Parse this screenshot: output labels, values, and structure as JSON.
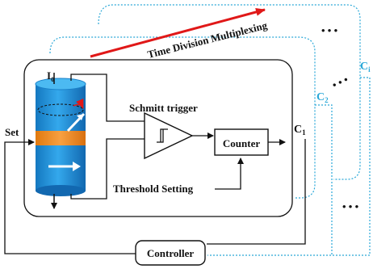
{
  "title": "Time Division Multiplexing",
  "labels": {
    "set": "Set",
    "current_symbol": "I",
    "current_subscript": "0",
    "schmitt": "Schmitt trigger",
    "threshold": "Threshold Setting",
    "counter": "Counter",
    "controller": "Controller",
    "c_letter": "C",
    "c1_sub": "1",
    "c2_sub": "2",
    "ci_sub": "i",
    "ellipsis": "• • •"
  },
  "colors": {
    "line": "#111111",
    "dotted_channel": "#2aa8d8",
    "arrow_red": "#e01818",
    "cylinder_blue": "#1e90d8",
    "cylinder_band": "#f08c1e"
  }
}
